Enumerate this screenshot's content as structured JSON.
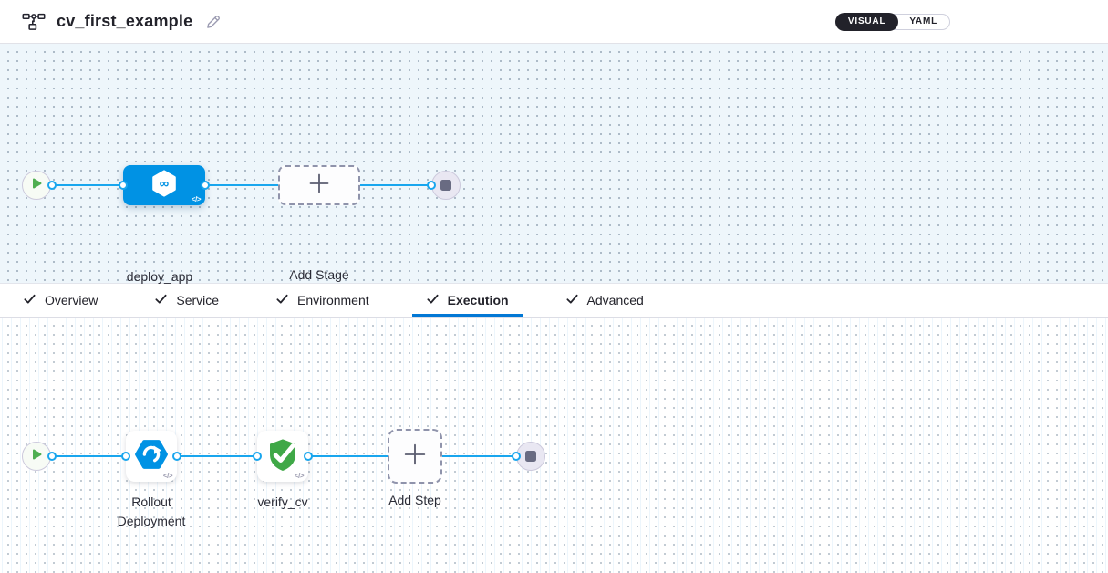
{
  "header": {
    "title": "cv_first_example",
    "toggle": {
      "visual": "VISUAL",
      "yaml": "YAML",
      "selected": "VISUAL"
    }
  },
  "icons": {
    "code": "</>",
    "infinity": "∞"
  },
  "stage_pipeline": {
    "stage_label": "deploy_app",
    "add_stage_label": "Add Stage"
  },
  "tabs": [
    {
      "label": "Overview",
      "checked": true,
      "active": false
    },
    {
      "label": "Service",
      "checked": true,
      "active": false
    },
    {
      "label": "Environment",
      "checked": true,
      "active": false
    },
    {
      "label": "Execution",
      "checked": true,
      "active": true
    },
    {
      "label": "Advanced",
      "checked": true,
      "active": false
    }
  ],
  "execution_pipeline": {
    "step1_label": "Rollout Deployment",
    "step2_label": "verify_cv",
    "add_step_label": "Add Step"
  },
  "colors": {
    "accent_blue": "#0092e4",
    "connector_blue": "#19a6ee",
    "active_tab_blue": "#0278d5",
    "success_green": "#42ab45",
    "dark_text": "#22222a"
  }
}
